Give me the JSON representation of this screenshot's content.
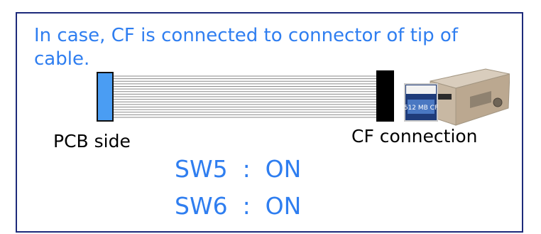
{
  "heading": "In case, CF is connected to connector of tip of cable.",
  "labels": {
    "pcb_side": "PCB side",
    "cf_connection": "CF connection"
  },
  "switches": [
    {
      "name": "SW5",
      "separator": ":",
      "state": "ON"
    },
    {
      "name": "SW6",
      "separator": ":",
      "state": "ON"
    }
  ],
  "device_card_text": "512 MB CF",
  "colors": {
    "text_accent": "#2f7ef0",
    "border": "#1d2a7a",
    "pcb_connector": "#4a9df3",
    "cf_connector": "#000000"
  },
  "icons": {
    "cable": "ribbon-cable-icon",
    "device": "cf-card-reader-icon"
  }
}
